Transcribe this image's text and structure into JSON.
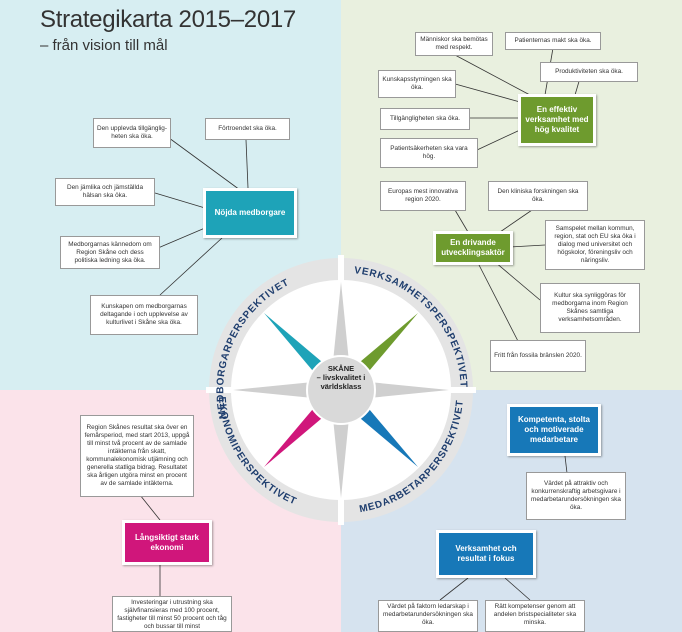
{
  "header": {
    "title": "Strategikarta 2015–2017",
    "subtitle": "– från vision till mål"
  },
  "colors": {
    "teal": "#1ea3b8",
    "green": "#6e9b2e",
    "magenta": "#d0167b",
    "blue": "#1778b8",
    "bg_teal": "#d7eef2",
    "bg_green": "#e9f0df",
    "bg_pink": "#fbe3ea",
    "bg_blue": "#d6e3ef"
  },
  "center": {
    "line1": "SKÅNE",
    "line2": "– livskvalitet i",
    "line3": "världsklass"
  },
  "perspectives": {
    "medborgar": "MEDBORGARPERSPEKTIVET",
    "verksamhet": "VERKSAMHETSPERSPEKTIVET",
    "ekonomi": "EKONOMIPERSPEKTIVET",
    "medarbetar": "MEDARBETARPERSPEKTIVET"
  },
  "hubs": {
    "nojda": "Nöjda medborgare",
    "effektiv": "En effektiv verksamhet med hög kvalitet",
    "drivande": "En drivande utvecklingsaktör",
    "ekonomi": "Långsiktigt stark ekonomi",
    "kompetenta": "Kompetenta, stolta och motiverade medarbetare",
    "resultat": "Verksamhet och resultat i fokus"
  },
  "goals": {
    "tillganglig": "Den upplevda tillgänglig-heten ska öka.",
    "fortroende": "Förtroendet ska öka.",
    "jamlika": "Den jämlika och jämställda hälsan ska öka.",
    "kannedom": "Medborgarnas kännedom om Region Skåne och dess politiska ledning ska öka.",
    "kunskap_kultur": "Kunskapen om medborgarnas deltagande i och upplevelse av kulturlivet i Skåne ska öka.",
    "bemotas": "Människor ska bemötas med respekt.",
    "patientmakt": "Patienternas makt ska öka.",
    "kunskapsstyrning": "Kunskapsstyrningen ska öka.",
    "produktivitet": "Produktiviteten ska öka.",
    "tillganglighet": "Tillgängligheten ska öka.",
    "patientsakerhet": "Patientsäkerheten ska vara hög.",
    "innovativa": "Europas mest innovativa region 2020.",
    "kliniska": "Den kliniska forskningen ska öka.",
    "samspelet": "Samspelet mellan kommun, region, stat och EU ska öka i dialog med universitet och högskolor, föreningsliv och näringsliv.",
    "kultur_synlig": "Kultur ska synliggöras för medborgarna inom Region Skånes samtliga verksamhetsområden.",
    "fossil": "Fritt från fossila bränslen 2020.",
    "resultat_ekonomi": "Region Skånes resultat ska över en femårsperiod, med start 2013, uppgå till minst två procent av de samlade intäkterna från skatt, kommunalekonomisk utjämning och generella statliga bidrag. Resultatet ska årligen utgöra minst en procent av de samlade intäkterna.",
    "investeringar": "Investeringar i utrustning ska självfinansieras med 100 procent, fastigheter till minst 50 procent och tåg och bussar till minst",
    "attraktiv": "Värdet på attraktiv och konkurrenskraftig arbetsgivare i medarbetarundersökningen ska öka.",
    "ledarskap": "Värdet på faktorn ledarskap i medarbetarundersökningen ska öka.",
    "ratt_kompetens": "Rätt kompetenser genom att andelen bristspecialiteter ska minska."
  }
}
